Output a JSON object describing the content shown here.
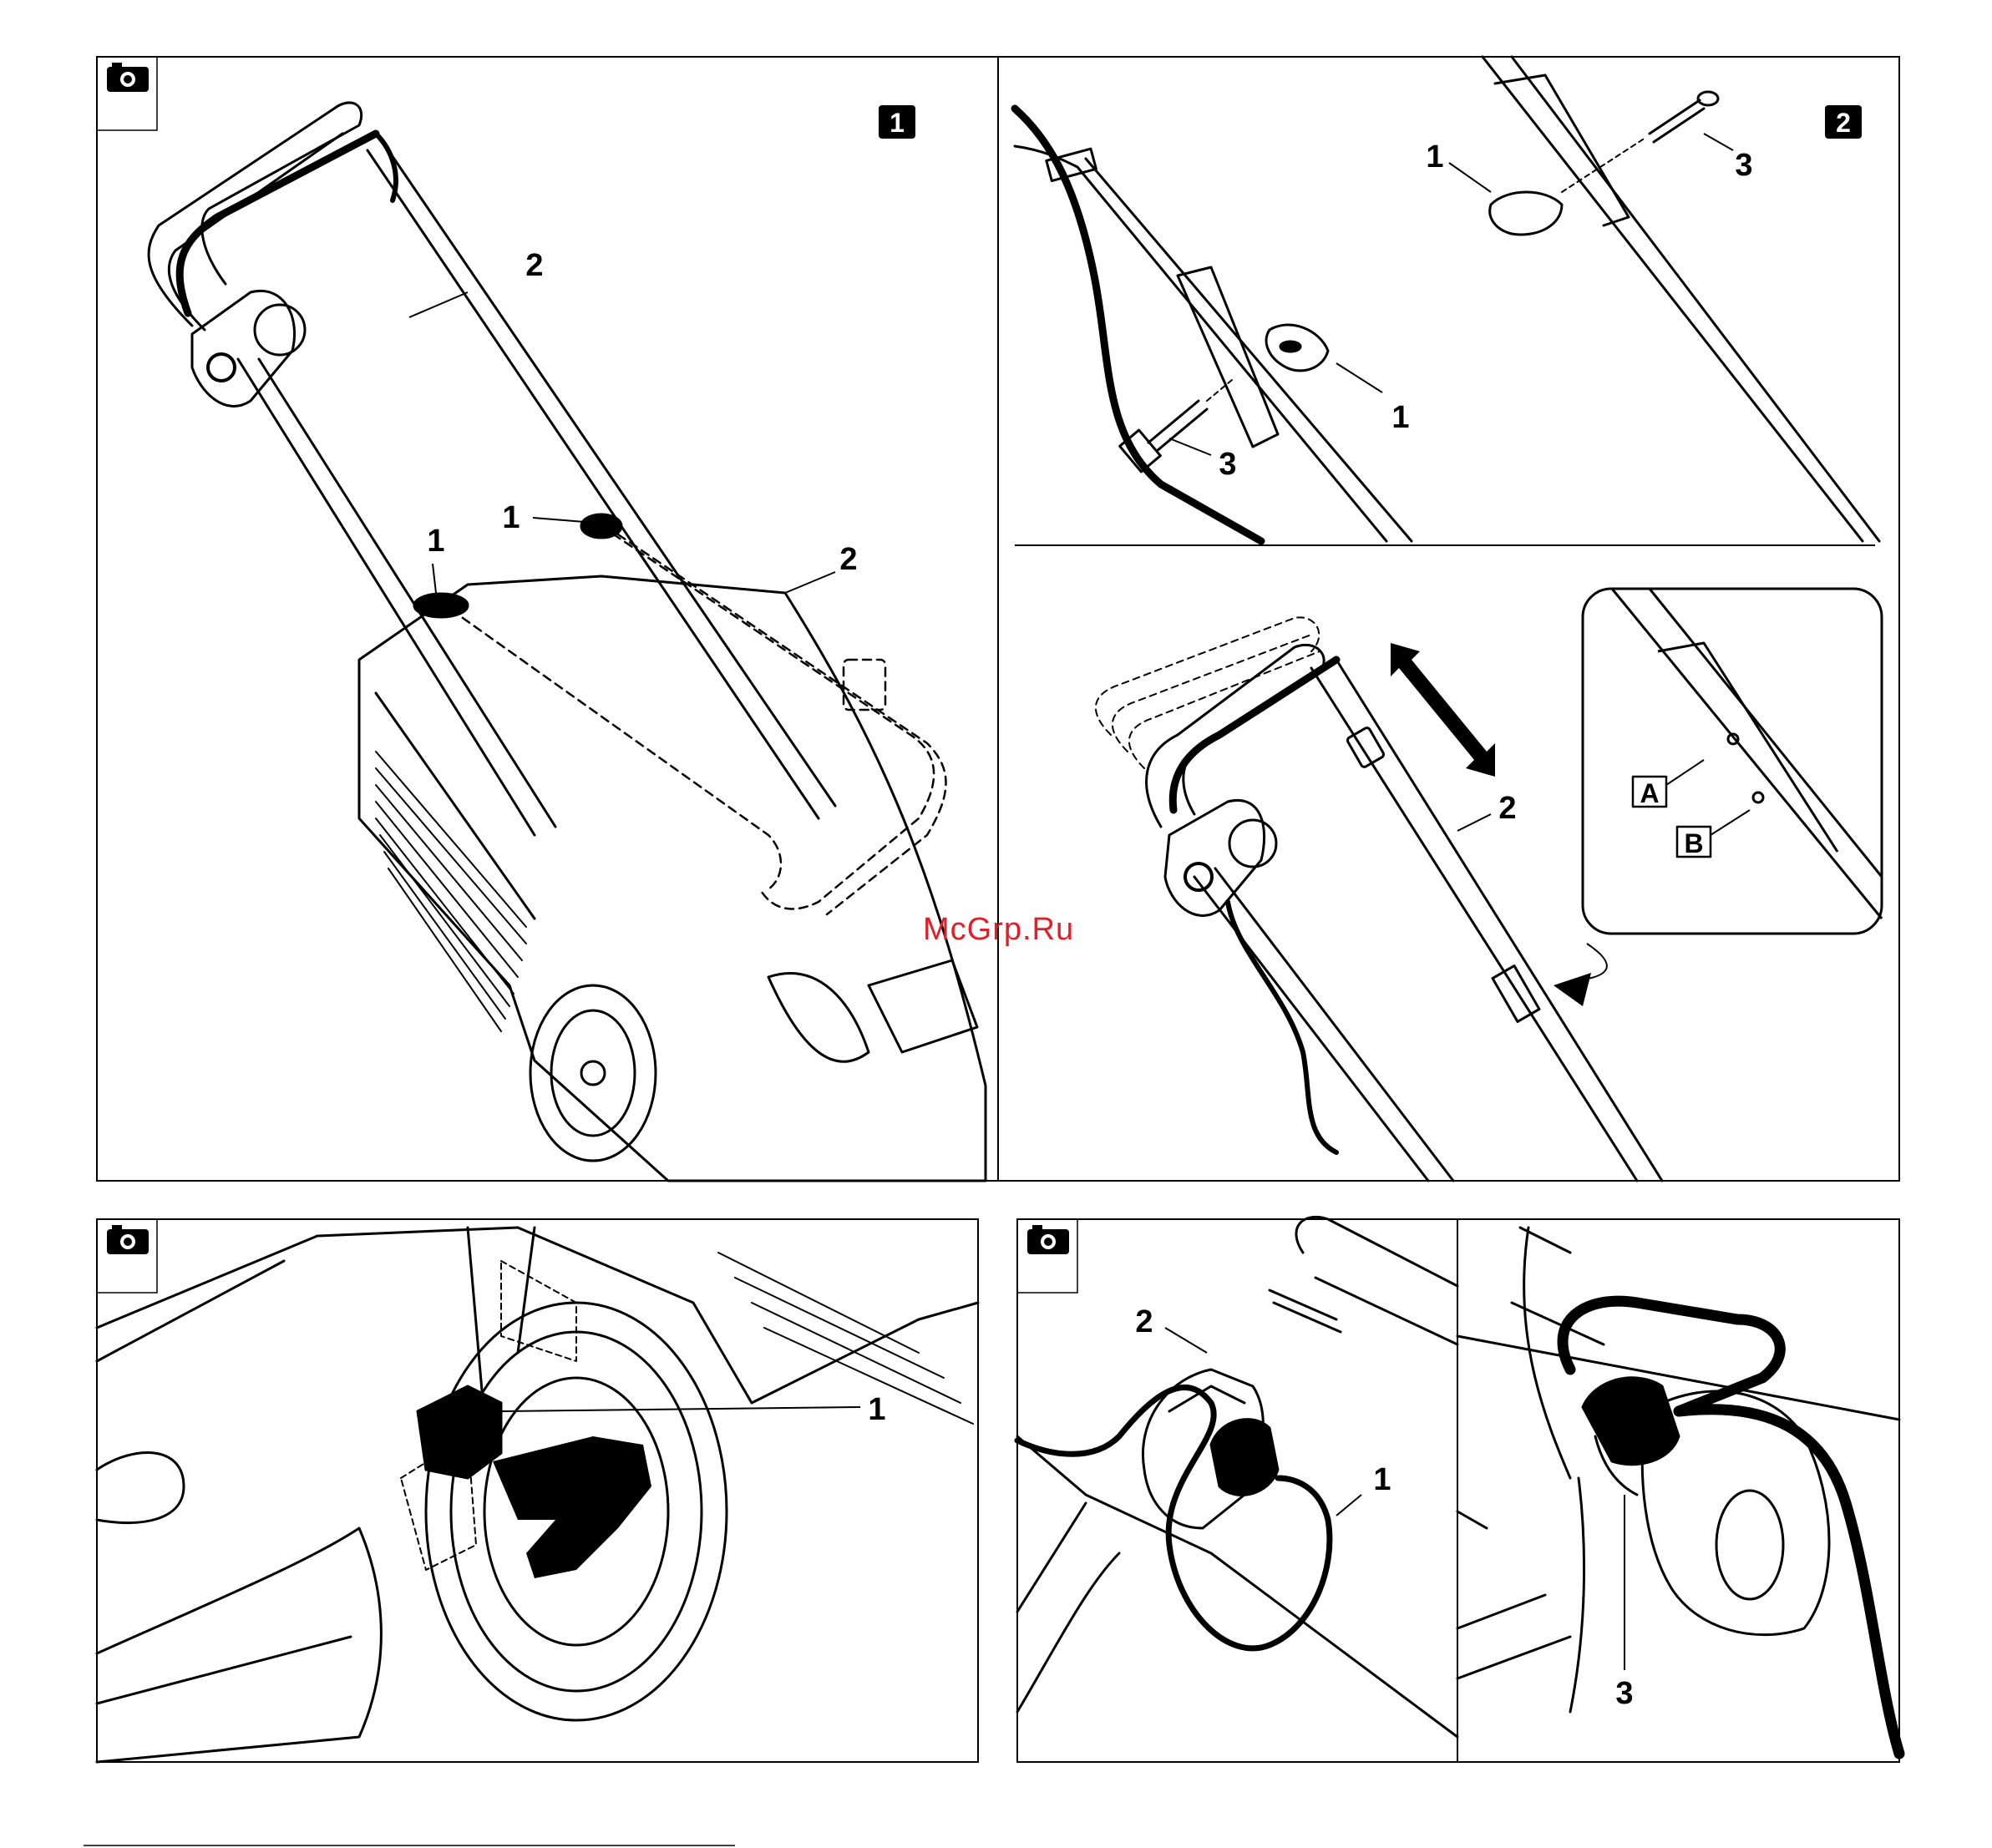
{
  "watermark": "McGrp.Ru",
  "colors": {
    "ink": "#000000",
    "paper": "#ffffff",
    "watermark": "#e41e26"
  },
  "icons": {
    "photo_tab": "camera-icon",
    "adjust_arrow": "double-arrow-icon",
    "zoom_pointer": "triangle-pointer-icon"
  },
  "panels": {
    "p1": {
      "badge": "1",
      "labels": {
        "knob": "1",
        "handle": "2"
      }
    },
    "p2": {
      "badge": "2",
      "labels": {
        "knob": "1",
        "bolt": "3"
      }
    },
    "p3": {
      "labels": {
        "handle": "2"
      },
      "inset": {
        "pos_a": "A",
        "pos_b": "B"
      }
    },
    "p4": {
      "labels": {
        "lever": "1"
      }
    },
    "p5": {
      "labels": {
        "plug": "1",
        "switch": "2"
      }
    },
    "p6": {
      "labels": {
        "strain_relief": "3"
      }
    }
  }
}
